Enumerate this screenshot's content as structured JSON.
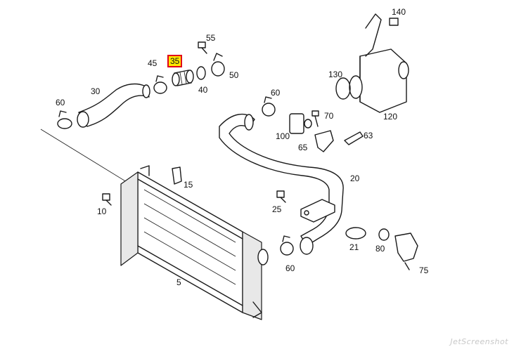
{
  "diagram": {
    "highlight_color": "#ffe600",
    "highlight_border": "#e0001a",
    "labels": [
      {
        "id": "p140",
        "text": "140"
      },
      {
        "id": "p55",
        "text": "55"
      },
      {
        "id": "p45",
        "text": "45"
      },
      {
        "id": "p35",
        "text": "35",
        "highlighted": true
      },
      {
        "id": "p50",
        "text": "50"
      },
      {
        "id": "p40",
        "text": "40"
      },
      {
        "id": "p130",
        "text": "130"
      },
      {
        "id": "p30",
        "text": "30"
      },
      {
        "id": "p60a",
        "text": "60"
      },
      {
        "id": "p60b",
        "text": "60"
      },
      {
        "id": "p70",
        "text": "70"
      },
      {
        "id": "p120",
        "text": "120"
      },
      {
        "id": "p100",
        "text": "100"
      },
      {
        "id": "p63",
        "text": "63"
      },
      {
        "id": "p65",
        "text": "65"
      },
      {
        "id": "p20",
        "text": "20"
      },
      {
        "id": "p15",
        "text": "15"
      },
      {
        "id": "p10",
        "text": "10"
      },
      {
        "id": "p25",
        "text": "25"
      },
      {
        "id": "p21",
        "text": "21"
      },
      {
        "id": "p80",
        "text": "80"
      },
      {
        "id": "p60c",
        "text": "60"
      },
      {
        "id": "p75",
        "text": "75"
      },
      {
        "id": "p5",
        "text": "5"
      }
    ],
    "watermark": "JetScreenshot"
  }
}
